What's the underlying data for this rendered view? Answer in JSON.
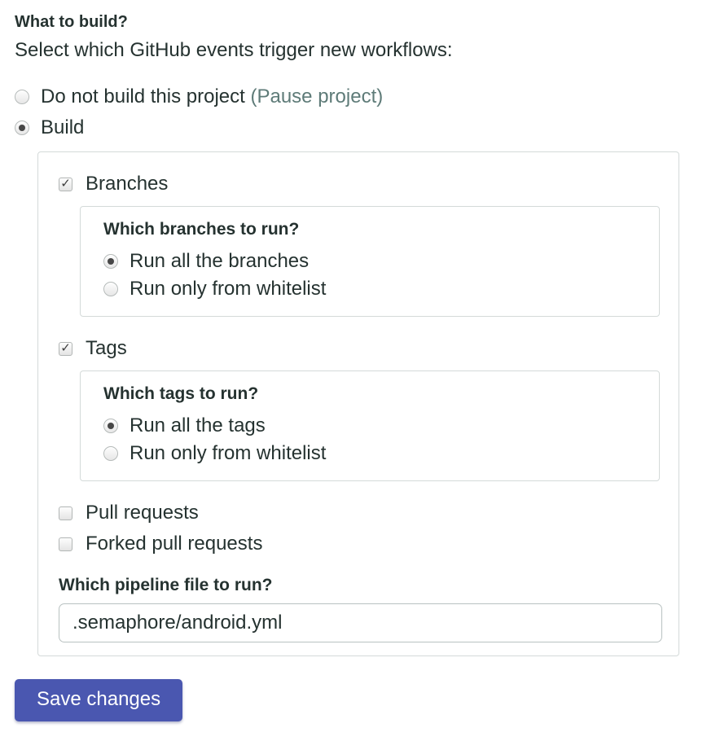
{
  "page": {
    "title": "What to build?",
    "subtitle": "Select which GitHub events trigger new workflows:"
  },
  "build_mode": {
    "pause_option": {
      "label": "Do not build this project",
      "link_label": "(Pause project)",
      "selected": false
    },
    "build_option": {
      "label": "Build",
      "selected": true
    }
  },
  "build_panel": {
    "branches": {
      "label": "Branches",
      "checked": true,
      "question": "Which branches to run?",
      "options": [
        {
          "label": "Run all the branches",
          "selected": true
        },
        {
          "label": "Run only from whitelist",
          "selected": false
        }
      ]
    },
    "tags": {
      "label": "Tags",
      "checked": true,
      "question": "Which tags to run?",
      "options": [
        {
          "label": "Run all the tags",
          "selected": true
        },
        {
          "label": "Run only from whitelist",
          "selected": false
        }
      ]
    },
    "pull_requests": {
      "label": "Pull requests",
      "checked": false
    },
    "forked_pull_requests": {
      "label": "Forked pull requests",
      "checked": false
    },
    "pipeline": {
      "question": "Which pipeline file to run?",
      "value": ".semaphore/android.yml"
    }
  },
  "actions": {
    "save_label": "Save changes"
  },
  "icons": {
    "check_glyph": "✓"
  },
  "colors": {
    "accent": "#4a57b0",
    "link": "#5e7b78",
    "text": "#253230",
    "box_border": "#d4dad9",
    "input_border": "#b9c2c1"
  }
}
